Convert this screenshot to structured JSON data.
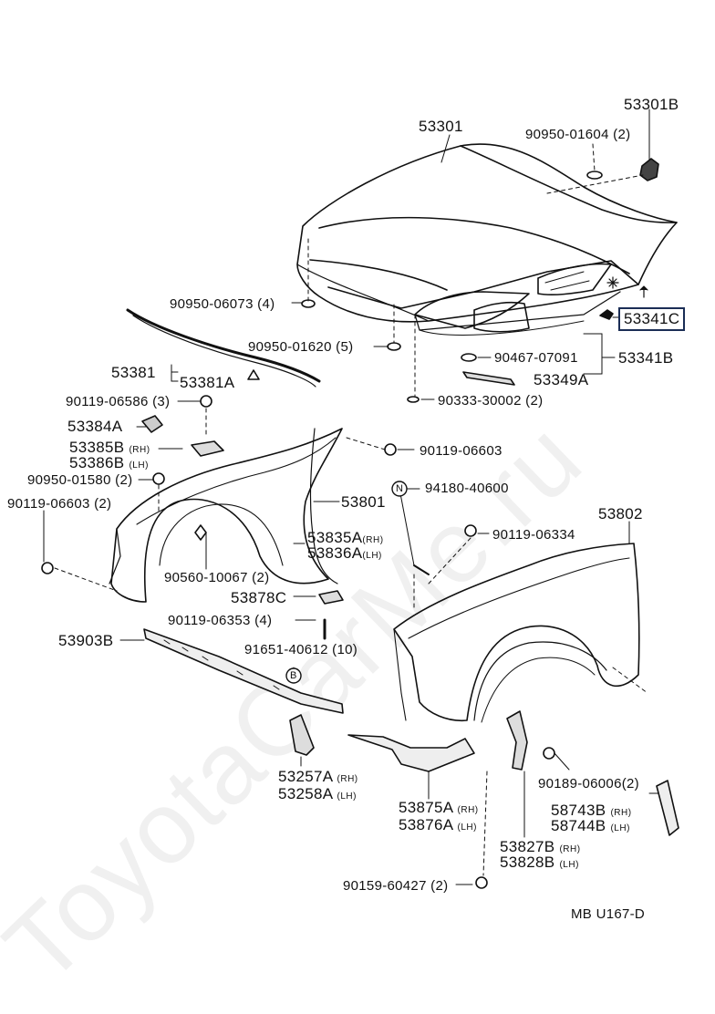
{
  "watermark": "ToyotaCarMe.ru",
  "diagram_code": "MB U167-D",
  "highlight_color": "#1a2d55",
  "parts": {
    "p53301": "53301",
    "p53301B": "53301B",
    "p90950_01604": "90950-01604 (2)",
    "p90950_06073": "90950-06073 (4)",
    "p53341C": "53341C",
    "p90950_01620": "90950-01620 (5)",
    "p90467_07091": "90467-07091",
    "p53341B": "53341B",
    "p53381": "53381",
    "p53381A": "53381A",
    "p53349A": "53349A",
    "p90119_06586": "90119-06586 (3)",
    "p90333_30002": "90333-30002 (2)",
    "p53384A": "53384A",
    "p53385B": "53385B",
    "p53386B": "53386B",
    "p90119_06603a": "90119-06603",
    "p90950_01580": "90950-01580 (2)",
    "p94180_40600": "94180-40600",
    "p90119_06603b": "90119-06603 (2)",
    "p53801": "53801",
    "p53802": "53802",
    "p90119_06334": "90119-06334",
    "p53835A": "53835A",
    "p53836A": "53836A",
    "p90560_10067": "90560-10067 (2)",
    "p53878C": "53878C",
    "p90119_06353": "90119-06353 (4)",
    "p53903B": "53903B",
    "p91651_40612": "91651-40612 (10)",
    "p53257A": "53257A",
    "p53258A": "53258A",
    "p90189_06006": "90189-06006(2)",
    "p53875A": "53875A",
    "p53876A": "53876A",
    "p58743B": "58743B",
    "p58744B": "58744B",
    "p53827B": "53827B",
    "p53828B": "53828B",
    "p90159_60427": "90159-60427 (2)"
  },
  "suffix": {
    "rh": "(RH)",
    "lh": "(LH)"
  },
  "markers": {
    "n": "N",
    "b": "B",
    "star": "※"
  }
}
